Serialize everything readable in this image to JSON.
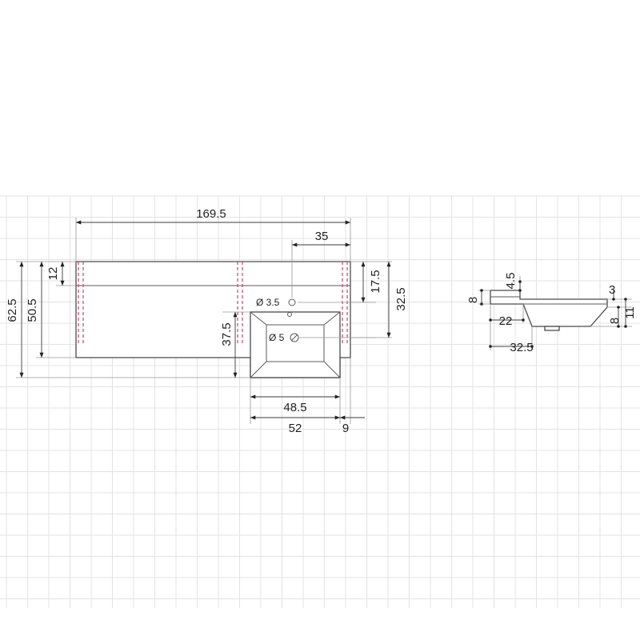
{
  "dimensions": {
    "overall_width": "169.5",
    "right_offset": "35",
    "left_height": "62.5",
    "depth": "50.5",
    "top_band": "12",
    "hole_offset": "17.5",
    "right_depth": "32.5",
    "basin_depth": "37.5",
    "basin_inner_width": "48.5",
    "basin_outer_width": "52",
    "right_margin": "9",
    "tap_hole": "Ø 3.5",
    "drain_hole": "Ø 5"
  },
  "side_view": {
    "step_height": "8",
    "step_width": "4.5",
    "rim_height": "3",
    "basin_height": "8",
    "overall_height": "11",
    "bowl_width": "22",
    "overall_depth": "32.5"
  }
}
